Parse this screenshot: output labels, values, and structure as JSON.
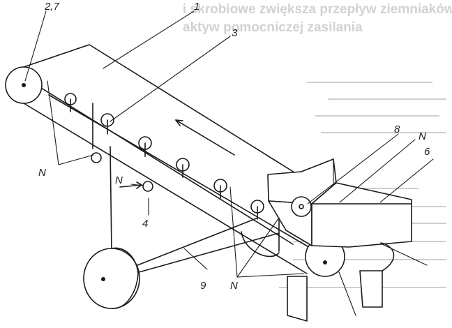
{
  "labels": {
    "drive_drum": "2,7",
    "belt": "1",
    "idler_upper": "3",
    "idler_lower": "4",
    "hopper_roller": "8",
    "hopper_n": "N",
    "hopper": "6",
    "drive_belt": "9",
    "n_left": "N",
    "n_mid": "N",
    "n_bottom": "N"
  },
  "background_text": {
    "line1": "i skrobiowe zwiększa przepływ ziemniaków",
    "line2": "aktyw pomocniczej zasilania"
  }
}
